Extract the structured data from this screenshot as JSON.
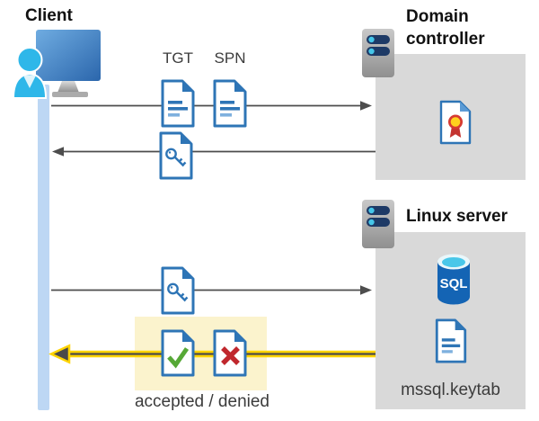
{
  "diagram": {
    "client": {
      "label": "Client"
    },
    "domain_controller": {
      "title": "Domain controller"
    },
    "linux_server": {
      "title": "Linux server",
      "database_label": "SQL",
      "keytab_label": "mssql.keytab"
    },
    "flow": {
      "steps": [
        {
          "direction": "client-to-domain-controller",
          "labels": [
            "TGT",
            "SPN"
          ],
          "documents": [
            "ticket-document",
            "ticket-document"
          ]
        },
        {
          "direction": "domain-controller-to-client",
          "documents": [
            "key-document"
          ]
        },
        {
          "direction": "client-to-linux-server",
          "documents": [
            "key-document"
          ]
        },
        {
          "direction": "linux-server-to-client",
          "documents": [
            "accepted-document",
            "denied-document"
          ],
          "caption": "accepted / denied",
          "highlighted": true
        }
      ]
    },
    "icons": {
      "client": "user-computer-icon",
      "domain_controller_server": "server-icon",
      "linux_server_server": "server-icon",
      "certificate": "certificate-document-icon",
      "database": "sql-database-icon",
      "keytab": "document-icon",
      "accepted": "check-document-icon",
      "denied": "x-document-icon"
    },
    "colors": {
      "document_blue": "#2E75B6",
      "lifeline_blue": "#BDD7F4",
      "person_cyan": "#2EB7E9",
      "arrow_gray": "#4D4D4D",
      "box_gray": "#D9D9D9",
      "highlight_yellow": "#FBF3CD",
      "arrow_yellow": "#FFD400",
      "check_green": "#56A836",
      "cross_red": "#C0272D",
      "sql_body_blue": "#1464B4",
      "sql_top_cyan": "#49C7E9",
      "server_pill_navy": "#1E3A66",
      "server_dot_cyan": "#45C6E9",
      "ribbon_red": "#D63A32",
      "ribbon_yellow": "#FFD21E",
      "text_dark": "#3C3C3C"
    }
  }
}
